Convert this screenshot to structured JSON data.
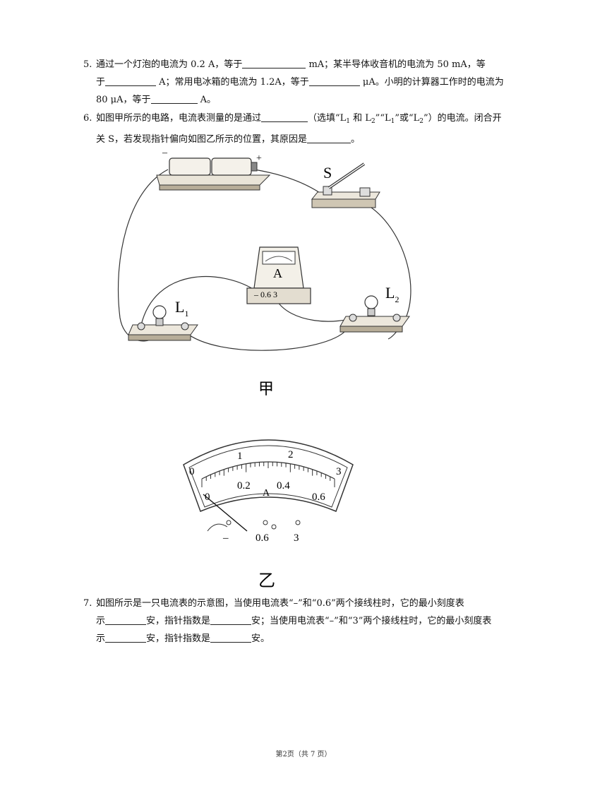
{
  "q5": {
    "num": "5.",
    "p1": "通过一个灯泡的电流为 0.2 A，等于",
    "p2": "mA；某半导体收音机的电流为 50 mA，等",
    "p3": "于",
    "p4": "A；常用电冰箱的电流为 1.2A，等于",
    "p5": "μA。小明的计算器工作时的电流为",
    "p6": "80 μA，等于",
    "p7": "A。"
  },
  "q6": {
    "num": "6.",
    "p1": "如图甲所示的电路，电流表测量的是通过",
    "p2": "（选填“L",
    "s1": "1",
    "p3": " 和 L",
    "s2": "2",
    "p4": "”“L",
    "s3": "1",
    "p5": "”或“L",
    "s4": "2",
    "p6": "”）的电流。闭合开",
    "p7": "关 S，若发现指针偏向如图乙所示的位置，其原因是",
    "p8": "。"
  },
  "fig1": {
    "label": "甲",
    "switch": "S",
    "ammeter": "A",
    "terms": "– 0.6  3",
    "minus": "–",
    "plus": "+",
    "l1": "L",
    "l1sub": "1",
    "l2": "L",
    "l2sub": "2"
  },
  "fig2": {
    "label": "乙",
    "top_ticks": [
      "0",
      "1",
      "2",
      "3"
    ],
    "bottom_ticks": [
      "0",
      "0.2",
      "0.4",
      "0.6"
    ],
    "unit": "A",
    "terms": [
      "–",
      "0.6",
      "3"
    ]
  },
  "q7": {
    "num": "7.",
    "p1": "如图所示是一只电流表的示意图，当使用电流表“–”和“0.6”两个接线柱时，它的最小刻度表",
    "p2": "示",
    "p3": "安，指针指数是",
    "p4": "安；当使用电流表“–”和“3”两个接线柱时，它的最小刻度表",
    "p5": "示",
    "p6": "安，指针指数是",
    "p7": "安。"
  },
  "footer": "第2页（共 7 页）"
}
